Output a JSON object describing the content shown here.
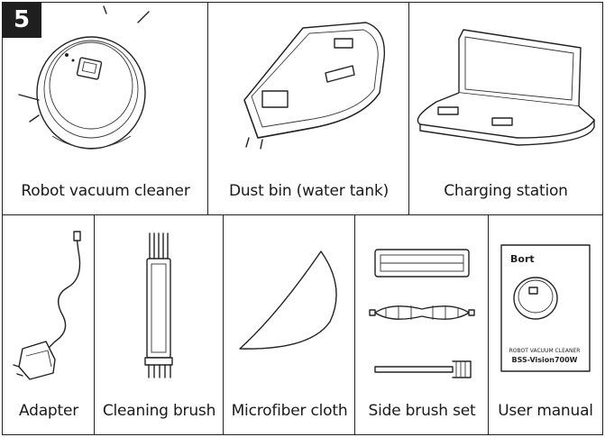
{
  "badge": {
    "number": "5"
  },
  "items": {
    "robot": {
      "label": "Robot vacuum cleaner",
      "icon": "robot-vacuum-icon"
    },
    "dustbin": {
      "label": "Dust bin (water tank)",
      "icon": "dust-bin-icon"
    },
    "station": {
      "label": "Charging station",
      "icon": "charging-station-icon"
    },
    "adapter": {
      "label": "Adapter",
      "icon": "adapter-icon"
    },
    "brush": {
      "label": "Cleaning brush",
      "icon": "cleaning-brush-icon"
    },
    "cloth": {
      "label": "Microfiber cloth",
      "icon": "microfiber-cloth-icon"
    },
    "sidebrush": {
      "label": "Side brush set",
      "icon": "side-brush-set-icon"
    },
    "manual": {
      "label": "User manual",
      "icon": "user-manual-icon",
      "cover_brand": "Bort",
      "cover_subtitle": "ROBOT VACUUM CLEANER",
      "cover_model": "BSS-Vision700W"
    }
  }
}
